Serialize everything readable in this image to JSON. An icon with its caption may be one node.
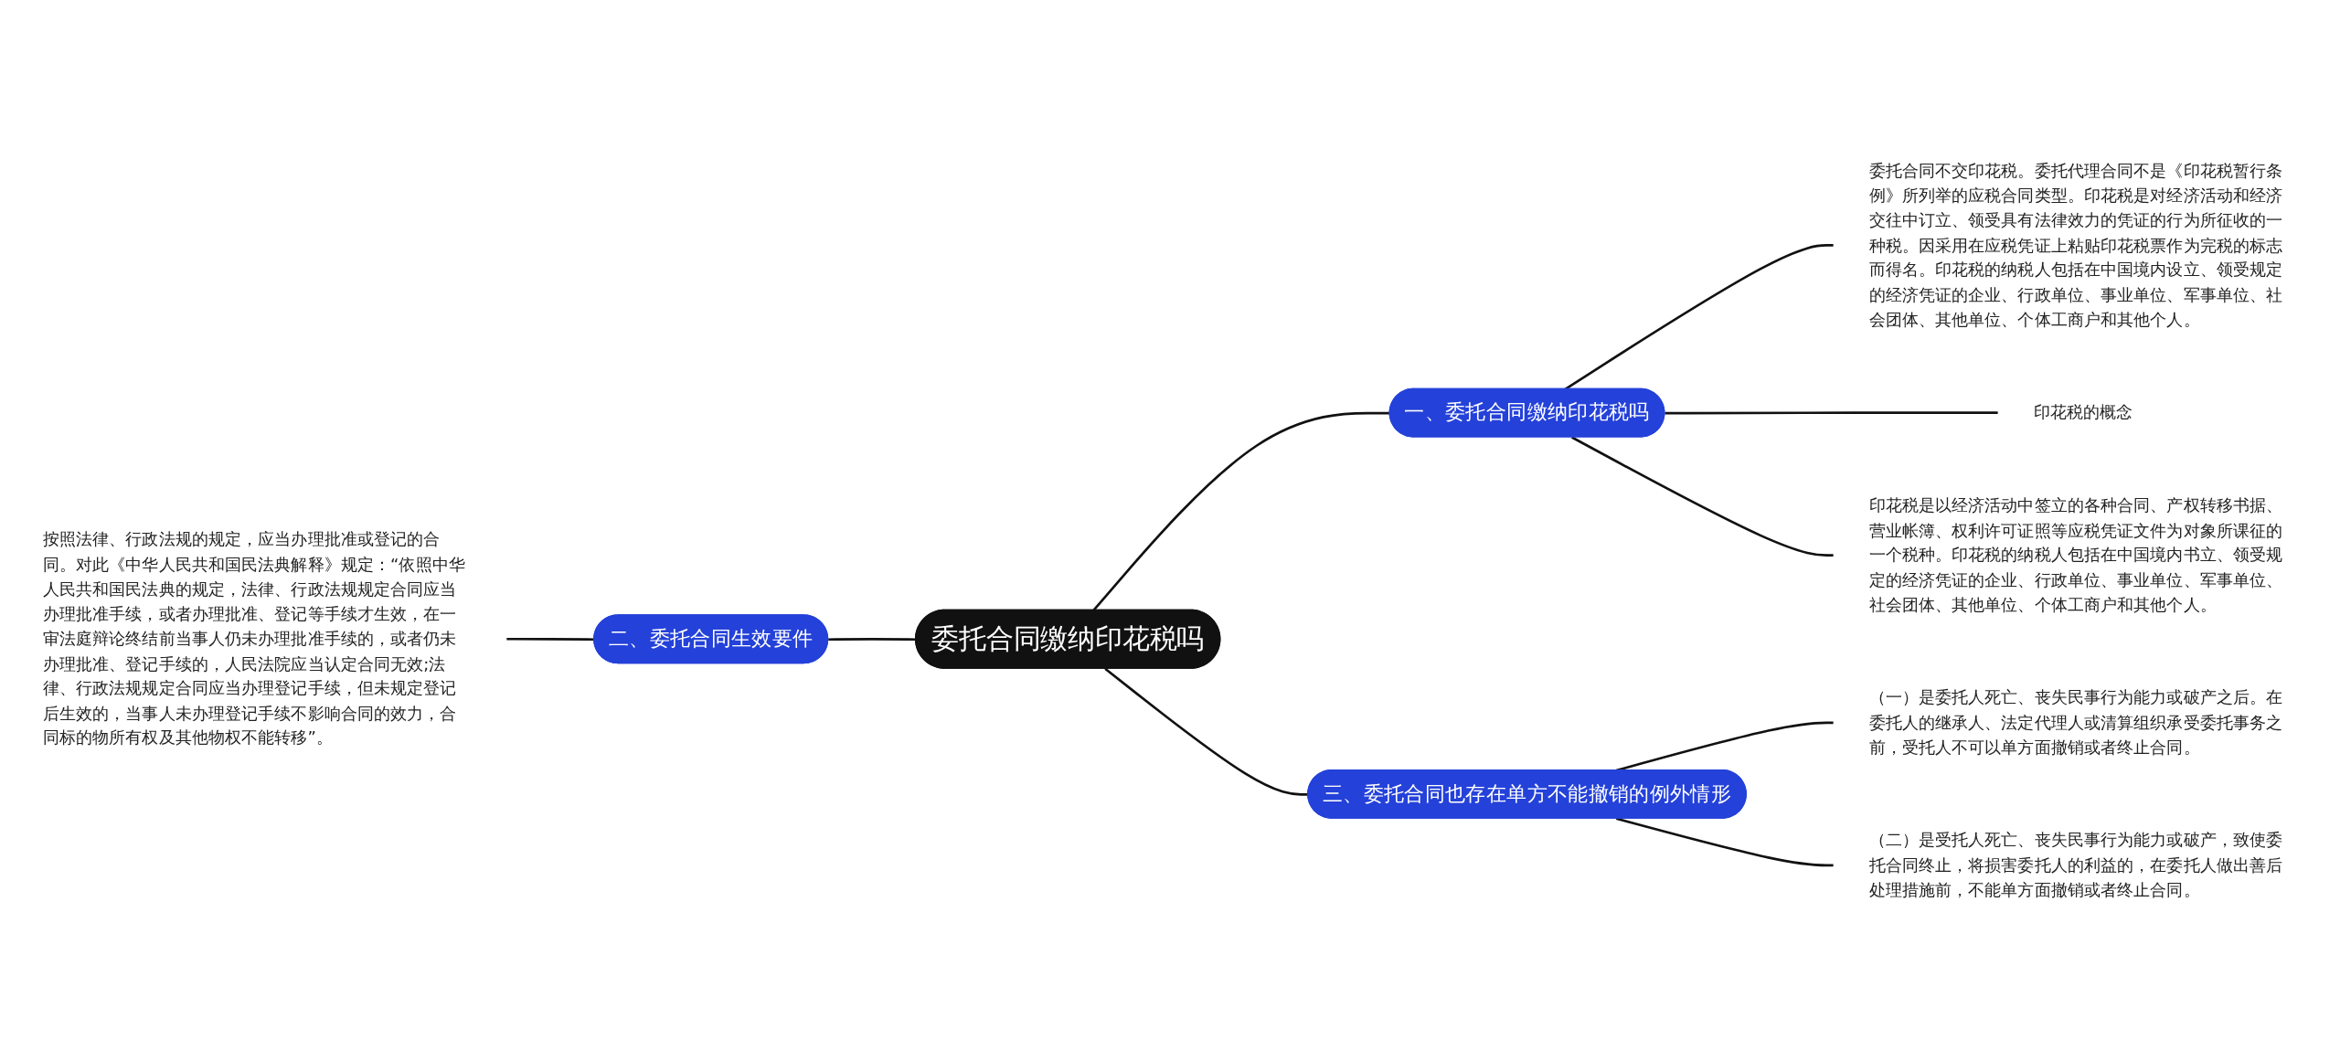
{
  "diagram": {
    "nodes": [
      {
        "text": [
          "委托合同缴纳印花税吗"
        ]
      },
      {
        "text": [
          "一、委托合同缴纳印花税吗"
        ]
      },
      {
        "text": [
          "委托合同不交印花税。委托代理合同不是《印花税暂行条例》所列举的应税合同类型。印花税是对经济活动和经济交往中订立、领受具有法律效力的凭证的行为所征收的一种税。因采用在应税凭证上粘贴印花税票作为完税的标志而得名。印花税的纳税人包括在中国境内设立、领受规定的经济凭证的企业、行政单位、事业单位、军事单位、社会团体、其他单位、个体工商户和其他个人。"
        ]
      },
      {
        "text": [
          "印花税的概念"
        ]
      },
      {
        "text": [
          "印花税是以经济活动中签立的各种合同、产权转移书据、营业帐簿、权利许可证照等应税凭证文件为对象所课征的一个税种。印花税的纳税人包括在中国境内书立、领受规定的经济凭证的企业、行政单位、事业单位、军事单位、社会团体、其他单位、个体工商户和其他个人。"
        ]
      },
      {
        "text": [
          "二、委托合同生效要件"
        ]
      },
      {
        "text": [
          "按照法律、行政法规的规定，应当办理批准或登记的合同。对此《中华人民共和国民法典解释》规定：“依照中华人民共和国民法典的规定，法律、行政法规规定合同应当办理批准手续，或者办理批准、登记等手续才生效，在一审法庭辩论终结前当事人仍未办理批准手续的，或者仍未办理批准、登记手续的，人民法院应当认定合同无效;法律、行政法规规定合同应当办理登记手续，但未规定登记后生效的，当事人未办理登记手续不影响合同的效力，合同标的物所有权及其他物权不能转移”。"
        ]
      },
      {
        "text": [
          "三、委托合同也存在单方不能撤销的例外情形"
        ]
      },
      {
        "text": [
          "（一）是委托人死亡、丧失民事行为能力或破产之后。在委托人的继承人、法定代理人或清算组织承受委托事务之前，受托人不可以单方面撤销或者终止合同。"
        ]
      },
      {
        "text": [
          "（二）是受托人死亡、丧失民事行为能力或破产，致使委托合同终止，将损害委托人的利益的，在委托人做出善后处理措施前，不能单方面撤销或者终止合同。"
        ]
      }
    ],
    "edges": [
      {
        "from": 0,
        "to": 1,
        "arrow": "none"
      },
      {
        "from": 1,
        "to": 2,
        "arrow": "none"
      },
      {
        "from": 1,
        "to": 3,
        "arrow": "none"
      },
      {
        "from": 1,
        "to": 4,
        "arrow": "none"
      },
      {
        "from": 5,
        "to": 0,
        "arrow": "none"
      },
      {
        "from": 6,
        "to": 5,
        "arrow": "none"
      },
      {
        "from": 0,
        "to": 7,
        "arrow": "none"
      },
      {
        "from": 7,
        "to": 8,
        "arrow": "none"
      },
      {
        "from": 7,
        "to": 9,
        "arrow": "none"
      }
    ]
  }
}
